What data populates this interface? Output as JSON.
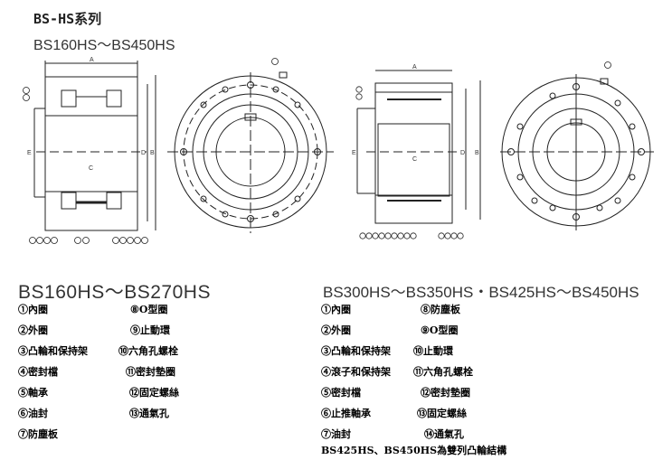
{
  "header": {
    "title": "BS-HS系列",
    "subtitle": "BS160HS～BS450HS"
  },
  "drawings": {
    "dims": {
      "a": "A",
      "b": "B",
      "c": "C",
      "d": "D",
      "e": "E"
    }
  },
  "left_section": {
    "heading": "BS160HS～BS270HS",
    "items": [
      "①內圈",
      "②外圈",
      "③凸輪和保持架",
      "④密封檔",
      "⑤軸承",
      "⑥油封",
      "⑦防塵板",
      "⑧O型圈",
      "⑨止動環",
      "⑩六角孔螺栓",
      "⑪密封墊圈",
      "⑫固定螺絲",
      "⑬通氣孔"
    ]
  },
  "right_section": {
    "heading": "BS300HS～BS350HS・BS425HS～BS450HS",
    "items": [
      "①內圈",
      "②外圈",
      "③凸輪和保持架",
      "④滾子和保持架",
      "⑤密封檔",
      "⑥止推軸承",
      "⑦油封",
      "⑧防塵板",
      "⑨O型圈",
      "⑩止動環",
      "⑪六角孔螺栓",
      "⑫密封墊圈",
      "⑬固定螺絲",
      "⑭通氣孔"
    ],
    "note": "BS425HS、BS450HS為雙列凸輪結構"
  }
}
